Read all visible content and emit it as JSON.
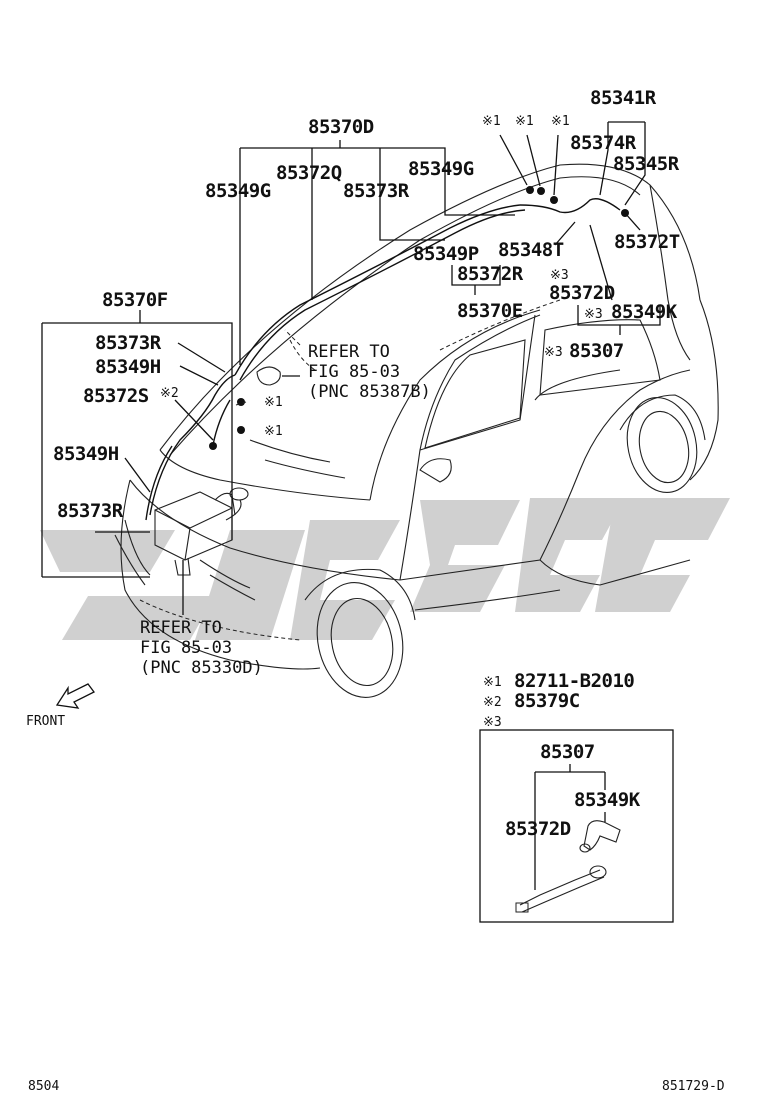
{
  "labels": {
    "p85370D": "85370D",
    "p85372Q": "85372Q",
    "p85349G_left": "85349G",
    "p85373R_top": "85373R",
    "p85349G_top": "85349G",
    "p85341R": "85341R",
    "p85374R": "85374R",
    "p85345R": "85345R",
    "p85372T": "85372T",
    "p85349P": "85349P",
    "p85348T": "85348T",
    "p85372R": "85372R",
    "p85370E": "85370E",
    "p85372D": "85372D",
    "p85349K": "85349K",
    "p85307": "85307",
    "p85370F": "85370F",
    "p85373R_mid": "85373R",
    "p85349H_mid": "85349H",
    "p85372S": "85372S",
    "p85349H_low": "85349H",
    "p85373R_low": "85373R"
  },
  "marks": {
    "m1": "※1",
    "m2": "※2",
    "m3": "※3"
  },
  "references": {
    "upper": {
      "line1": "REFER TO",
      "line2": "FIG 85-03",
      "line3": "(PNC 85387B)"
    },
    "lower": {
      "line1": "REFER TO",
      "line2": "FIG 85-03",
      "line3": "(PNC 85330D)"
    }
  },
  "legend": {
    "item1_mark": "※1",
    "item1_part": "82711-B2010",
    "item2_mark": "※2",
    "item2_part": "85379C",
    "item3_mark": "※3"
  },
  "inset": {
    "title": "85307",
    "label_a": "85349K",
    "label_b": "85372D"
  },
  "front_label": "FRONT",
  "footer": {
    "left": "8504",
    "right": "851729-D"
  },
  "watermark": {
    "color": "#c8c8c8"
  }
}
